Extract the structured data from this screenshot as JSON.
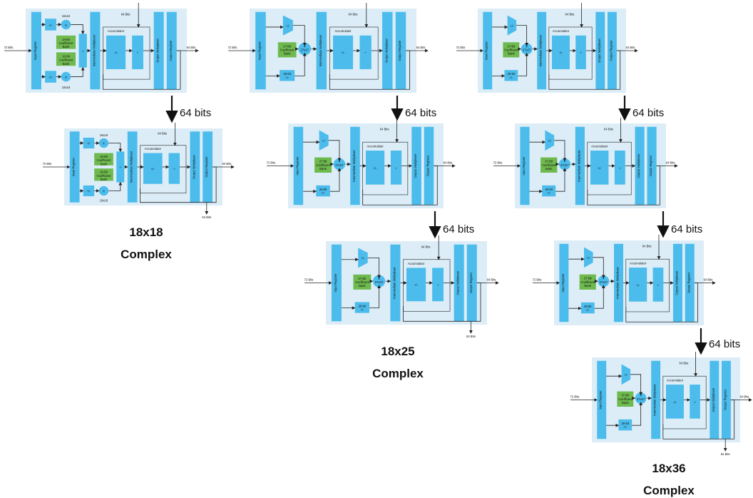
{
  "colors": {
    "panel": "#dcedf7",
    "block": "#4bbcec",
    "coef": "#6fba4e",
    "line": "#222222"
  },
  "labels": {
    "input_bits": "72 Bits",
    "output_bits": "64 Bits",
    "cascade_bits": "64 Bits",
    "input_register": "Input Register",
    "intermediate_multiplexer": "Intermediate Multiplexer",
    "output_multiplexer": "Output Multiplexer",
    "output_register": "Output Register",
    "accumulator": "Accumulator",
    "sign_18": "18x18",
    "coef_18": "18-Bit Coefficient Bank",
    "coef_27": "27-Bit Coefficient Bank",
    "adder_26": "26-bit +/-",
    "mult_27": "X 27x27",
    "pre_adder": "+/-",
    "mult_x": "X"
  },
  "connector_label": "64 bits",
  "captions": [
    {
      "line1": "18x18",
      "line2": "Complex"
    },
    {
      "line1": "18x25",
      "line2": "Complex"
    },
    {
      "line1": "18x36",
      "line2": "Complex"
    }
  ]
}
